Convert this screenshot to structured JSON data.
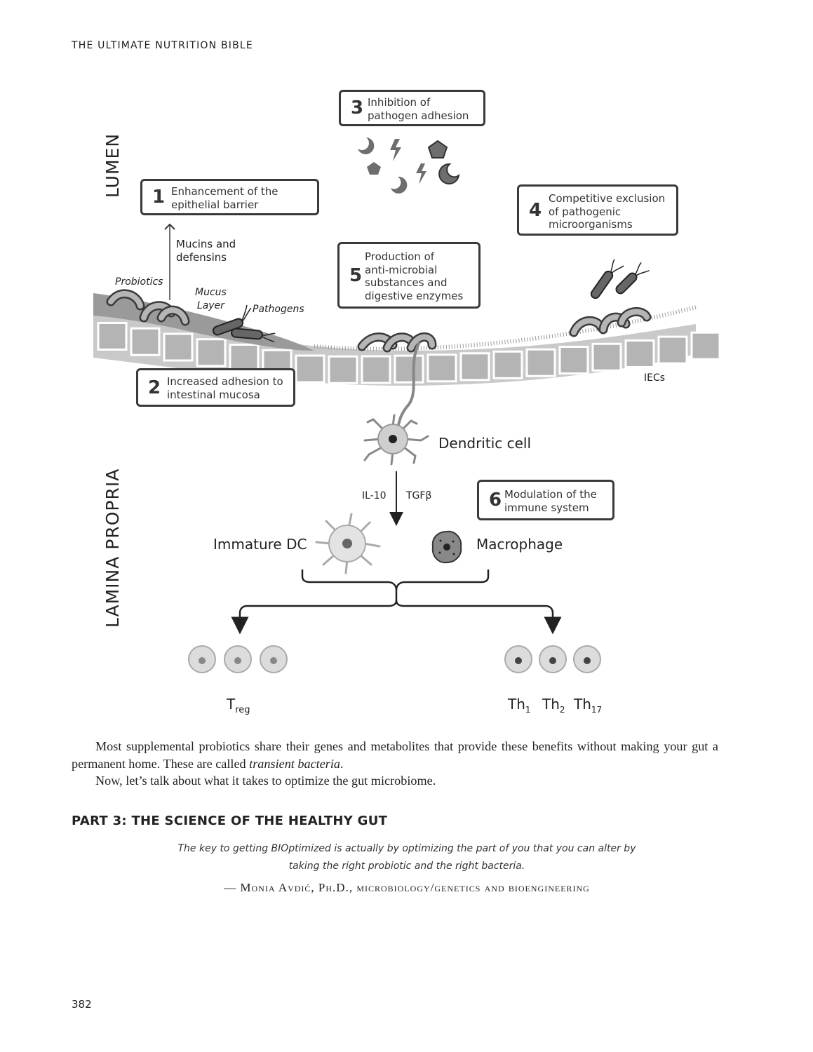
{
  "header": {
    "running_head": "THE ULTIMATE NUTRITION BIBLE"
  },
  "figure": {
    "region_labels": {
      "lumen": "LUMEN",
      "lamina_propria": "LAMINA PROPRIA"
    },
    "boxes": [
      {
        "number": "1",
        "text": "Enhancement of the\nepithelial barrier"
      },
      {
        "number": "2",
        "text": "Increased adhesion to\nintestinal mucosa"
      },
      {
        "number": "3",
        "text": "Inhibition of\npathogen adhesion"
      },
      {
        "number": "4",
        "text": "Competitive exclusion\nof pathogenic\nmicroorganisms"
      },
      {
        "number": "5",
        "text": "Production of\nanti-microbial\nsubstances and\ndigestive enzymes"
      },
      {
        "number": "6",
        "text": "Modulation of the\nimmune system"
      }
    ],
    "labels": {
      "mucins": "Mucins and\ndefensins",
      "probiotics": "Probiotics",
      "mucus_layer": "Mucus\nLayer",
      "pathogens": "Pathogens",
      "iecs": "IECs",
      "dendritic_cell": "Dendritic cell",
      "il10": "IL-10",
      "tgfb": "TGFβ",
      "immature_dc": "Immature DC",
      "macrophage": "Macrophage",
      "treg": "T",
      "treg_sub": "reg",
      "th1": "Th",
      "th1_sub": "1",
      "th2": "Th",
      "th2_sub": "2",
      "th17": "Th",
      "th17_sub": "17"
    },
    "colors": {
      "epithelium": "#b4b4b4",
      "mucus": "#9a9a9a",
      "outline": "#3a3a3a",
      "shape_fill": "#6e6e6e"
    }
  },
  "body": {
    "p1_start": "Most supplemental probiotics share their genes and metabolites that provide these benefits without making your gut a permanent home. These are called ",
    "p1_em": "transient bacteria",
    "p1_end": ".",
    "p2": "Now, let’s talk about what it takes to optimize the gut microbiome."
  },
  "section": {
    "heading": "PART 3: THE SCIENCE OF THE HEALTHY GUT",
    "quote": "The key to getting BIOptimized is actually by optimizing the part of you that you can alter by taking the right probiotic and the right bacteria.",
    "attribution": "— Monia Avdić, Ph.D., microbiology/genetics and bioengineering"
  },
  "page_number": "382"
}
